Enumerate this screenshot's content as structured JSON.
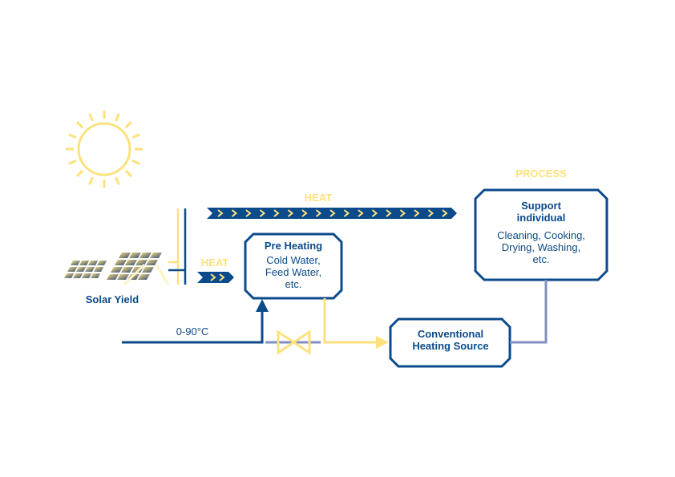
{
  "colors": {
    "navy": "#0b4a8b",
    "yellow": "#fde17d",
    "pipe_grey": "#7f8fbf"
  },
  "sun": {
    "icon": "sun-icon"
  },
  "solar": {
    "label": "Solar Yield",
    "icon": "solar-panel-icon"
  },
  "heat_top": {
    "label": "HEAT",
    "chevron_count": 17
  },
  "heat_small": {
    "label": "HEAT",
    "chevron_count": 2
  },
  "preheating": {
    "title": "Pre Heating",
    "lines": [
      "Cold Water,",
      "Feed Water,",
      "etc."
    ]
  },
  "process": {
    "header": "PROCESS",
    "title_lines": [
      "Support",
      "individual"
    ],
    "lines": [
      "Cleaning, Cooking,",
      "Drying, Washing,",
      "etc."
    ]
  },
  "conventional": {
    "title_lines": [
      "Conventional",
      "Heating Source"
    ]
  },
  "inlet": {
    "temperature_label": "0-90°C"
  },
  "valve": {
    "icon": "valve-icon"
  }
}
